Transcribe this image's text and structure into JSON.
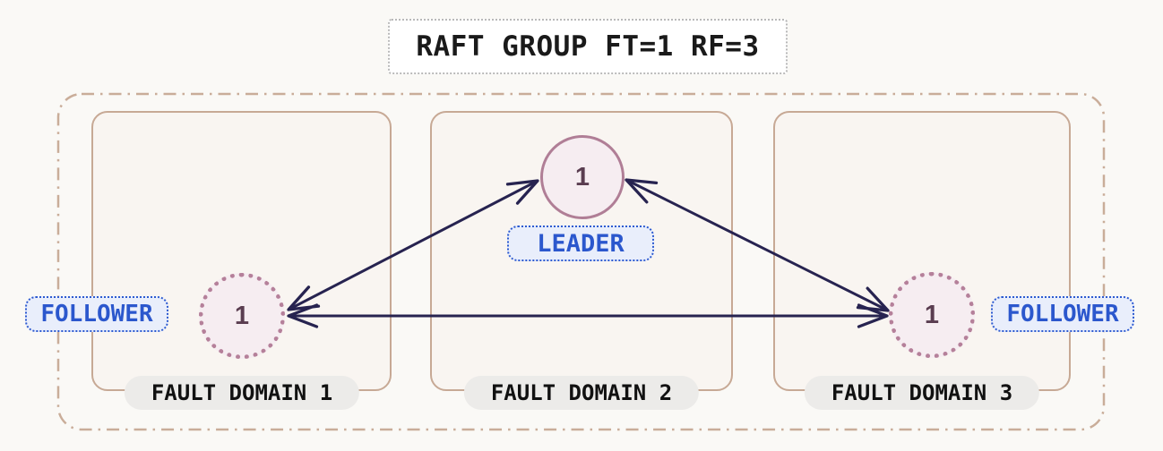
{
  "title": "RAFT GROUP FT=1 RF=3",
  "fault_domains": [
    {
      "label": "FAULT DOMAIN 1"
    },
    {
      "label": "FAULT DOMAIN 2"
    },
    {
      "label": "FAULT DOMAIN 3"
    }
  ],
  "nodes": {
    "leader": {
      "value": "1",
      "badge": "LEADER",
      "domain": "FAULT DOMAIN 2"
    },
    "follower_left": {
      "value": "1",
      "badge": "FOLLOWER",
      "domain": "FAULT DOMAIN 1"
    },
    "follower_right": {
      "value": "1",
      "badge": "FOLLOWER",
      "domain": "FAULT DOMAIN 3"
    }
  },
  "topology": [
    {
      "from": "follower_left",
      "to": "leader",
      "bidirectional": true
    },
    {
      "from": "follower_right",
      "to": "leader",
      "bidirectional": true
    },
    {
      "from": "follower_left",
      "to": "follower_right",
      "bidirectional": true
    }
  ],
  "colors": {
    "background": "#FAF9F6",
    "title_border": "#B9B9B9",
    "title_text": "#1A1A1A",
    "outer_boundary_border": "#C9AD99",
    "domain_border": "#C7A995",
    "domain_fill": "#F9F5F1",
    "domain_pill_fill": "#ECEBE9",
    "node_fill": "#F6EDF1",
    "node_border": "#B07E96",
    "node_text": "#5A3D50",
    "badge_fill": "#E9EEFB",
    "badge_border_text": "#2B57CD",
    "arrow": "#272350"
  }
}
